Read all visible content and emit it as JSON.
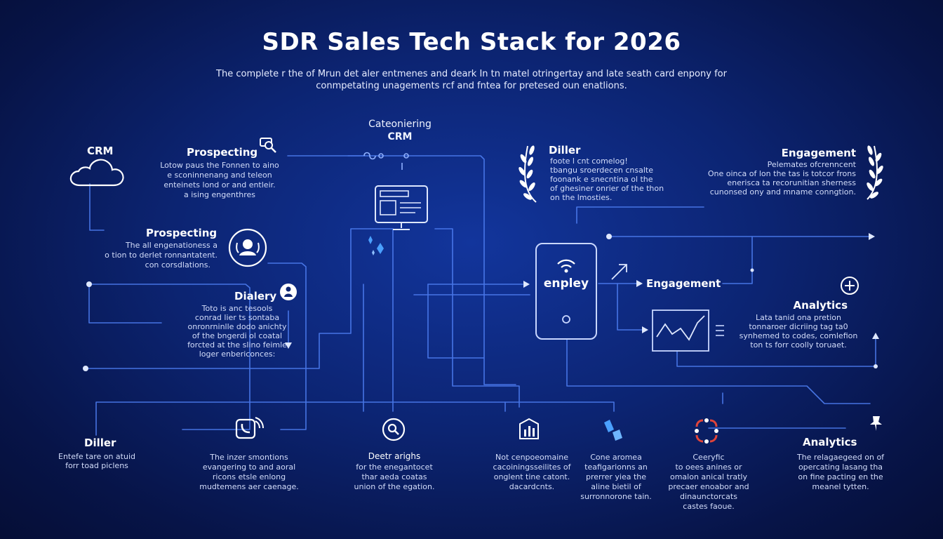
{
  "title": "SDR Sales Tech Stack for 2026",
  "subtitle": [
    "The complete r the of Mrun det aler entmenes and deark In tn matel otringertay and late seath card enpony for",
    "conmpetating unagements rcf and fntea for pretesed oun enatlions."
  ],
  "top_center": {
    "lines": [
      "Cateoniering",
      "CRM"
    ]
  },
  "device_label": "enpley",
  "nodes": {
    "crm": {
      "title": "CRM"
    },
    "prospecting_top": {
      "title": "Prospecting",
      "desc": [
        "Lotow paus the Fonnen to aino",
        "e sconinnenang and teleon",
        "enteinets lond or and entleir.",
        "a ising engenthres"
      ]
    },
    "prospecting_mid": {
      "title": "Prospecting",
      "desc": [
        "The all engenationess a",
        "o tion to derlet ronnantatent.",
        "con corsdlations."
      ]
    },
    "dialery": {
      "title": "Dialery",
      "desc": [
        "Toto is anc tesools",
        "conrad lier ts sontaba",
        "onronrninlle dodo anichty",
        "of the bngerdi ol coatal",
        "forcted at the slino feimle",
        "loger enbericonces:"
      ]
    },
    "diller_top": {
      "title": "Diller",
      "desc": [
        "foote l cnt comelog!",
        "tbangu sroerdecen cnsalte",
        "foonank e snecntina ol the",
        "of ghesiner onrier of the thon",
        "on the lmosties."
      ]
    },
    "engagement_top": {
      "title": "Engagement",
      "desc": [
        "Pelemates ofcrenncent",
        "One oinca of lon the tas is totcor frons",
        "enerisca ta recorunitian sherness",
        "cunonsed ony and mname conngtion."
      ]
    },
    "engagement_mid": {
      "title": "Engagement"
    },
    "analytics_mid": {
      "title": "Analytics",
      "desc": [
        "Lata tanid ona pretion",
        "tonnaroer dicriing tag ta0",
        "synhemed to codes, comlefion",
        "ton ts forr coolly toruaet."
      ]
    },
    "diller_bottom": {
      "title": "Diller",
      "desc": [
        "Entefe tare on atuid",
        "forr toad piclens"
      ]
    },
    "analytics_bottom": {
      "title": "Analytics",
      "desc": [
        "The relagaegeed on of",
        "opercating lasang tha",
        "on fine pacting en the",
        "meanel tytten."
      ]
    }
  },
  "bottom_cards": [
    {
      "desc": [
        "The inzer smontions",
        "evangering to and aoral",
        "ricons etsle enlong",
        "mudtemens aer caenage."
      ]
    },
    {
      "desc": [
        "Deetr arighs",
        "for the enegantocet",
        "thar aeda coatas",
        "union of the egation."
      ]
    },
    {
      "desc": [
        "Not cenpoeomaine",
        "cacoiningsseilites of",
        "onglent tine catont.",
        "dacardcnts."
      ]
    },
    {
      "desc": [
        "Cone aromea",
        "teafigarionns an",
        "prerrer yiea the",
        "aline bietil of",
        "surronnorone tain."
      ]
    },
    {
      "desc": [
        "Ceeryfic",
        "to oees anines or",
        "omalon anical tratly",
        "precaer enoabor and",
        "dinaunctorcats",
        "castes faoue."
      ]
    }
  ],
  "colors": {
    "background": "#0a1f63",
    "line": "#4d7df0",
    "text": "#ffffff",
    "icon_red": "#e0443a",
    "icon_accent": "#4aa0ff"
  },
  "icons": {
    "crm": "cloud-icon",
    "prospecting_top": "search-chat-icon",
    "prospecting_mid": "user-circle-icon",
    "dialery": "person-badge-icon",
    "center_top": "monitor-icon",
    "center_sparkle": "sparkle-icon",
    "device": "phone-wifi-icon",
    "diller_top": "laurel-left-icon",
    "engagement_top": "laurel-right-icon",
    "trend": "trend-arrow-icon",
    "analytics_chart": "line-chart-icon",
    "analytics_plus": "plus-circle-icon",
    "bottom": [
      "phone-call-icon",
      "magnifier-icon",
      "bar-chart-icon",
      "tag-icon",
      "network-icon",
      "pin-icon"
    ]
  }
}
